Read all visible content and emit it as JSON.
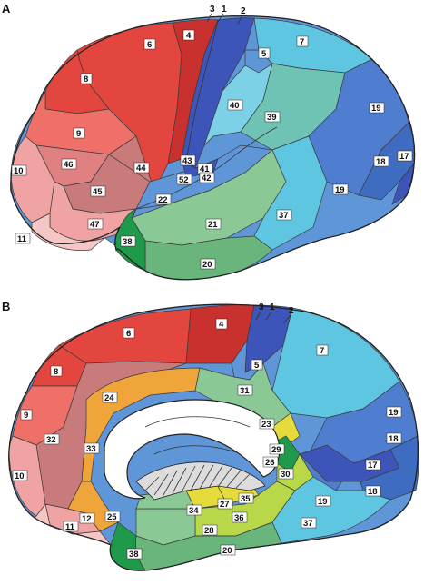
{
  "panels": [
    {
      "letter": "A",
      "top_numbers": [
        "3",
        "1",
        "2"
      ],
      "areas": [
        "4",
        "6",
        "8",
        "9",
        "10",
        "11",
        "46",
        "45",
        "44",
        "47",
        "43",
        "52",
        "41",
        "42",
        "22",
        "21",
        "20",
        "38",
        "40",
        "39",
        "19",
        "18",
        "17",
        "5",
        "7",
        "37"
      ]
    },
    {
      "letter": "B",
      "top_numbers": [
        "3",
        "1",
        "2"
      ],
      "areas": [
        "4",
        "6",
        "8",
        "9",
        "10",
        "11",
        "12",
        "32",
        "24",
        "33",
        "25",
        "5",
        "7",
        "31",
        "23",
        "29",
        "26",
        "30",
        "19",
        "18",
        "17",
        "34",
        "27",
        "35",
        "36",
        "28",
        "37",
        "20",
        "38"
      ]
    }
  ],
  "colors": {
    "red_dark": "#c8312e",
    "red": "#e2463f",
    "salmon": "#ee7068",
    "pink": "#f0a3a3",
    "pink_light": "#f5c6c6",
    "mauve": "#c97a7a",
    "navy": "#3d55b8",
    "blue": "#4f7ed0",
    "blue_mid": "#5f96d8",
    "cyan": "#5ec6e0",
    "cyan_light": "#7dd1e6",
    "teal": "#6fc3b4",
    "green": "#8ac995",
    "green_mid": "#69b57b",
    "green_dark": "#1f9a4a",
    "yellow": "#e5dc3c",
    "yellow_green": "#b8d84a",
    "orange": "#f0a53a",
    "purple": "#5a4aa8"
  }
}
